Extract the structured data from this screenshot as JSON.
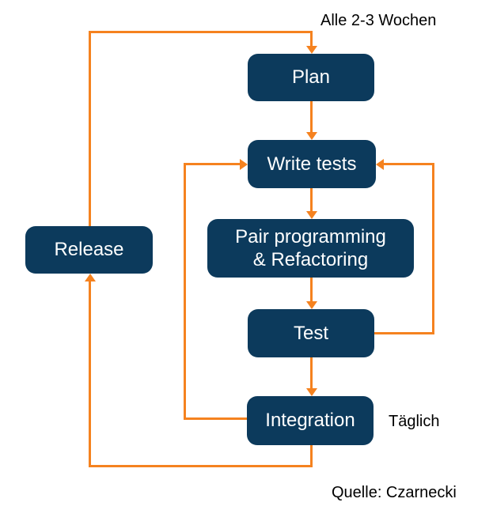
{
  "diagram": {
    "annotations": {
      "cycle_frequency": "Alle 2-3 Wochen",
      "daily": "Täglich",
      "source": "Quelle: Czarnecki"
    },
    "nodes": {
      "plan": {
        "label": "Plan"
      },
      "write_tests": {
        "label": "Write tests"
      },
      "pair_programming": {
        "line1": "Pair programming",
        "line2": "& Refactoring"
      },
      "test": {
        "label": "Test"
      },
      "integration": {
        "label": "Integration"
      },
      "release": {
        "label": "Release"
      }
    },
    "flow": [
      "Plan -> Write tests",
      "Write tests -> Pair programming & Refactoring",
      "Pair programming & Refactoring -> Test",
      "Test -> Write tests",
      "Test -> Integration",
      "Integration -> Write tests",
      "Integration -> Release",
      "Release -> Plan"
    ],
    "colors": {
      "node_fill": "#0c3a5c",
      "node_text": "#ffffff",
      "connector": "#f5821f",
      "annotation_text": "#000000",
      "background": "#ffffff"
    }
  }
}
